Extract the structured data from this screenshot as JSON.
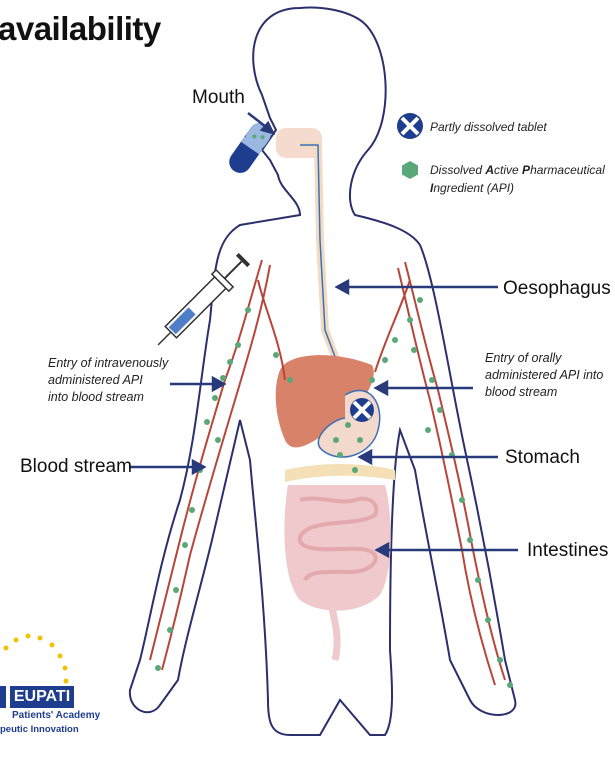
{
  "title": "availability",
  "labels": {
    "mouth": "Mouth",
    "oesophagus": "Oesophagus",
    "stomach": "Stomach",
    "intestines": "Intestines",
    "blood_stream": "Blood stream"
  },
  "annotations": {
    "iv_line1": "Entry of intravenously",
    "iv_line2": "administered API",
    "iv_line3": "into blood stream",
    "oral_line1": "Entry of orally",
    "oral_line2": "administered API into",
    "oral_line3": "blood stream"
  },
  "legend": {
    "tablet": "Partly dissolved tablet",
    "api_line1_pre": "Dissolved ",
    "api_line1_A": "A",
    "api_line1_mid": "ctive ",
    "api_line1_P": "P",
    "api_line1_post": "harmaceutical",
    "api_line2_I": "I",
    "api_line2_post": "ngredient (API)"
  },
  "logo": {
    "name": "EUPATI",
    "line1": "Patients' Academy",
    "line2": "peutic Innovation"
  },
  "colors": {
    "outline": "#2b2f6b",
    "arrow": "#283a7a",
    "api_dot": "#5aa877",
    "vessel": "#b8453a",
    "vessel_fill": "#e8b4a8",
    "liver": "#d9826a",
    "intestine": "#f0c9cc",
    "tablet_blue": "#1f3d8f",
    "logo_blue": "#1f3d8f",
    "star_yellow": "#f2c200"
  }
}
